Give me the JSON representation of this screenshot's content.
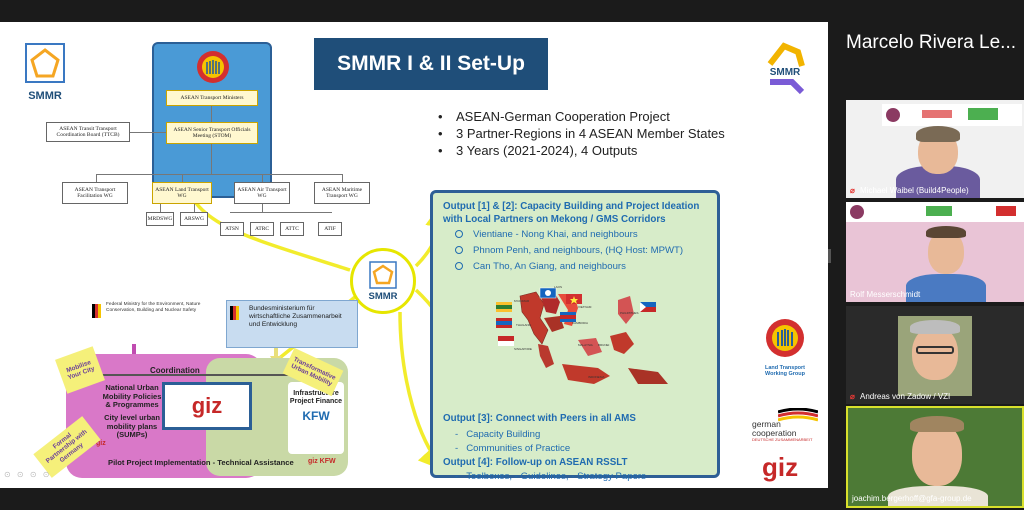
{
  "slide": {
    "title": "SMMR I & II Set-Up",
    "logo_text": "SMMR",
    "bullets": [
      "ASEAN-German Cooperation Project",
      "3 Partner-Regions in 4 ASEAN Member States",
      "3 Years (2021-2024), 4 Outputs"
    ],
    "org": {
      "ministers": "ASEAN Transport Ministers",
      "stom": "ASEAN Senior Transport Officials Meeting (STOM)",
      "ttcb": "ASEAN Transit Transport Coordination Board (TTCB)",
      "ttfwg": "ASEAN Transport Facilitation WG",
      "ltwg": "ASEAN Land Transport WG",
      "atwg": "ASEAN Air Transport WG",
      "mtwg": "ASEAN Maritime Transport WG",
      "subgroups": [
        "MRDSWG",
        "ARSWG",
        "ATSN",
        "ATRC",
        "ATTC",
        "ATIF"
      ]
    },
    "green_panel": {
      "heading1": "Output [1] & [2]: Capacity Building and Project Ideation with Local Partners on Mekong / GMS Corridors",
      "corridors": [
        "Vientiane - Nong Khai, and neighbours",
        "Phnom Penh, and neighbours, (HQ Host: MPWT)",
        "Can Tho, An Giang, and neighbours"
      ],
      "heading3": "Output [3]: Connect with Peers in all AMS",
      "output3_items": [
        "Capacity Building",
        "Communities of Practice"
      ],
      "heading4": "Output [4]: Follow-up on ASEAN RSSLT",
      "output4_items": "Toolboxes, -   Guidelines, -   Strategy Papers"
    },
    "map_labels": {
      "myanmar": "MYANMAR",
      "laos": "LAOS",
      "vietnam": "VIETNAM",
      "thailand": "THAILAND",
      "cambodia": "CAMBODIA",
      "philippines": "PHILIPPINES",
      "malaysia": "MALAYSIA",
      "brunei": "BRUNEI",
      "singapore": "SINGAPORE",
      "indonesia": "INDONESIA"
    },
    "coordination": {
      "fed_ministry": "Federal Ministry for the Environment, Nature Conservation, Building and Nuclear Safety",
      "bmz": "Bundesministerium für wirtschaftliche Zusammenarbeit und Entwicklung",
      "label": "Coordination",
      "policies": "National Urban Mobility Policies & Programmes",
      "sumps": "City level urban mobility plans (SUMPs)",
      "giz": "giz",
      "infra": "Infrastructure Project Finance",
      "kfw": "KFW",
      "pilot": "Pilot Project Implementation - Technical Assistance",
      "sticky_mobilise": "Mobilise Your City",
      "sticky_transformative": "Transformative Urban Mobility",
      "sticky_formal": "Formal Partnership with Germany",
      "giz_mini": "giz",
      "giz_kfw": "giz KFW"
    },
    "right_logos": {
      "ltwg_caption": "Land Transport Working Group",
      "german_coop": "german cooperation",
      "german_coop_sub": "DEUTSCHE ZUSAMMENARBEIT",
      "giz": "giz"
    }
  },
  "participants": {
    "speaker_name": "Marcelo Rivera Le...",
    "tiles": [
      {
        "name": "Michael Waibel (Build4People)",
        "muted": true
      },
      {
        "name": "Rolf Messerschmidt",
        "muted": false
      },
      {
        "name": "Andreas von Zadow / VZI",
        "muted": true
      },
      {
        "name": "joachim.bergerhoff@gfa-group.de",
        "muted": false
      }
    ]
  },
  "colors": {
    "title_bg": "#1f4e79",
    "panel_bg": "#d7ecc9",
    "panel_text": "#1f6bb0",
    "arrow_yellow": "#f2ec2c",
    "active_speaker_border": "#d8e02c"
  }
}
